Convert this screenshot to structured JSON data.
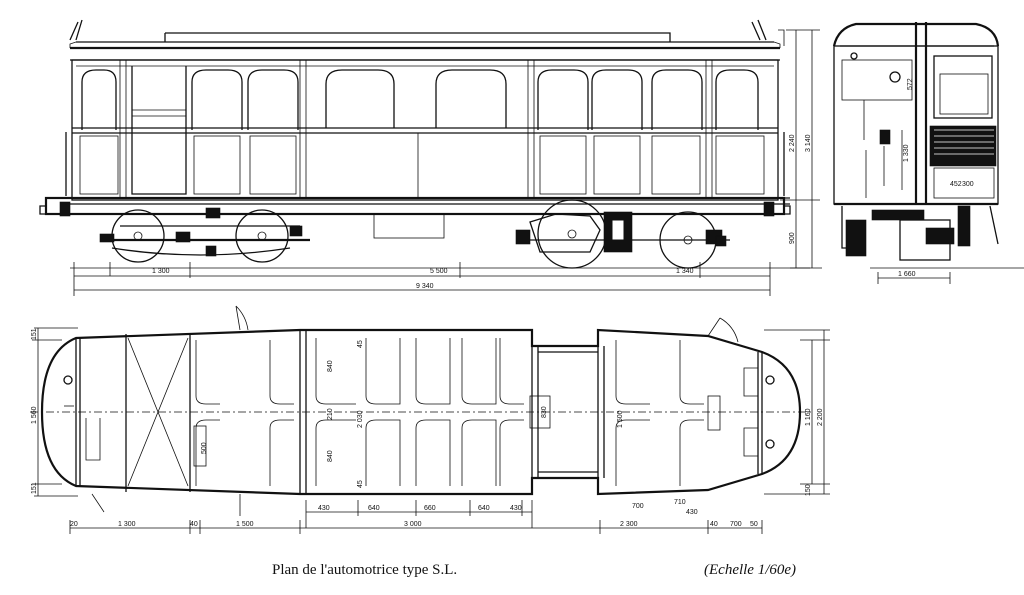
{
  "caption": "Plan de l'automotrice type S.L.",
  "scale_note": "(Echelle 1/60e)",
  "side_view": {
    "dims_bottom": [
      "1 300",
      "5 500",
      "1 340",
      "9 340"
    ],
    "dims_right": [
      "2 240",
      "3 140",
      "900"
    ]
  },
  "end_view": {
    "dims": [
      "1 330",
      "572",
      "452",
      "300",
      "1 660"
    ]
  },
  "plan_view": {
    "dims_left": [
      "1 560",
      "151",
      "151"
    ],
    "dims_right": [
      "1 160",
      "2 200",
      "150"
    ],
    "inner_dims": [
      "840",
      "210",
      "2 030",
      "840",
      "45",
      "45",
      "830",
      "1 500",
      "500"
    ],
    "bottom_row1": [
      "430",
      "640",
      "660",
      "640",
      "430",
      "700",
      "710",
      "430"
    ],
    "bottom_row2": [
      "20",
      "1 300",
      "40",
      "1 500",
      "3 000",
      "2 300",
      "40",
      "700",
      "50"
    ]
  }
}
